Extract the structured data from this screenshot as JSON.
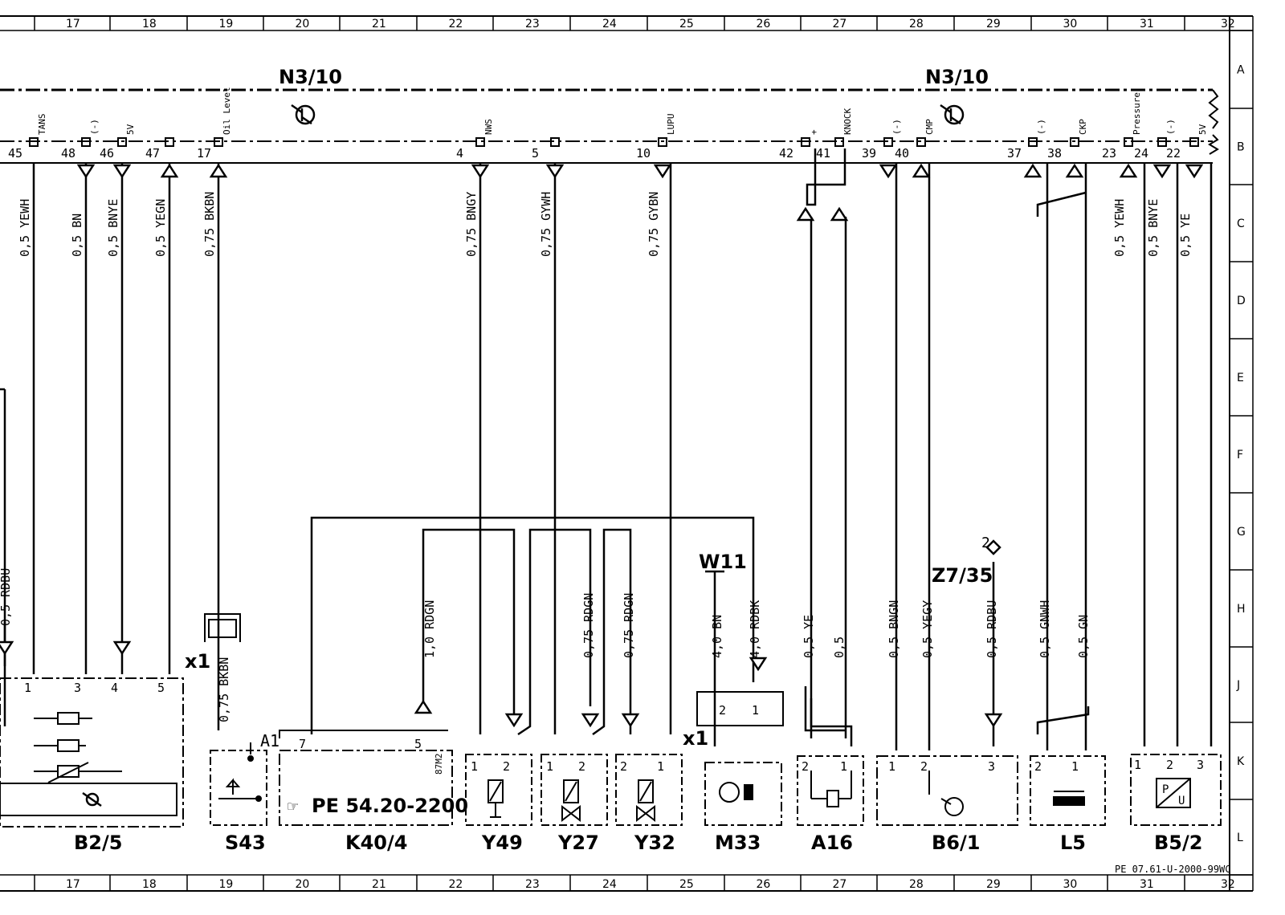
{
  "frame": {
    "columns": [
      "17",
      "18",
      "19",
      "20",
      "21",
      "22",
      "23",
      "24",
      "25",
      "26",
      "27",
      "28",
      "29",
      "30",
      "31",
      "32"
    ],
    "rows": [
      "A",
      "B",
      "C",
      "D",
      "E",
      "F",
      "G",
      "H",
      "J",
      "K",
      "L"
    ],
    "doc_ref": "PE 07.61-U-2000-99WC"
  },
  "ecu": {
    "label": "N3/10"
  },
  "top_pins": [
    {
      "pin": "45",
      "signal": "TANS",
      "wire": "0,5 YEWH"
    },
    {
      "pin": "48",
      "signal": "(-)",
      "wire": "0,5 BN"
    },
    {
      "pin": "46",
      "signal": "5V",
      "wire": "0,5 BNYE"
    },
    {
      "pin": "47",
      "signal": "",
      "wire": "0,5 YEGN"
    },
    {
      "pin": "17",
      "signal": "Oil Level",
      "wire": "0,75 BKBN"
    },
    {
      "pin": "4",
      "signal": "NWS",
      "wire": "0,75 BNGY"
    },
    {
      "pin": "5",
      "signal": "",
      "wire": "0,75 GYWH"
    },
    {
      "pin": "10",
      "signal": "LUPU",
      "wire": "0,75 GYBN"
    },
    {
      "pin": "42",
      "signal": "+",
      "wire": ""
    },
    {
      "pin": "41",
      "signal": "KNOCK",
      "wire": ""
    },
    {
      "pin": "39",
      "signal": "(-)",
      "wire": ""
    },
    {
      "pin": "40",
      "signal": "CMP",
      "wire": ""
    },
    {
      "pin": "37",
      "signal": "(-)",
      "wire": ""
    },
    {
      "pin": "38",
      "signal": "CKP",
      "wire": ""
    },
    {
      "pin": "23",
      "signal": "Pressure",
      "wire": "0,5 YEWH"
    },
    {
      "pin": "24",
      "signal": "(-)",
      "wire": "0,5 BNYE"
    },
    {
      "pin": "22",
      "signal": "5V",
      "wire": "0,5 YE"
    }
  ],
  "lower_wires": {
    "rdbu_left": "0,5 RDBU",
    "s43": "0,75 BKBN",
    "k40": "1,0 RDGN",
    "y27": "0,75 RDGN",
    "y32": "0,75 RDGN",
    "m33a": "4,0 BN",
    "m33b": "4,0 RDBK",
    "a16a": "0,5 YE",
    "a16b": "0,5",
    "b6a": "0,5 BNGN",
    "b6b": "0,5 YEGY",
    "b6c": "0,5 RDBU",
    "l5a": "0,5 GNWH",
    "l5b": "0,5 GN"
  },
  "components": {
    "b2_5": "B2/5",
    "s43": "S43",
    "k40_4": "K40/4",
    "y49": "Y49",
    "y27": "Y27",
    "y32": "Y32",
    "m33": "M33",
    "a16": "A16",
    "b6_1": "B6/1",
    "l5": "L5",
    "b5_2": "B5/2",
    "w11": "W11",
    "z7_35": "Z7/35",
    "z7_pin": "2",
    "x1_left": "x1",
    "x1_m33": "x1",
    "a1": "A1",
    "k40_ref": "PE 54.20-2200",
    "k40_relay": "87M2",
    "pointer_glyph": "☞"
  },
  "comp_pins": {
    "b2_5": [
      "1",
      "3",
      "4",
      "5"
    ],
    "k40": [
      "7",
      "5"
    ],
    "y49": [
      "1",
      "2"
    ],
    "y27": [
      "1",
      "2"
    ],
    "y32": [
      "2",
      "1"
    ],
    "m33": [
      "2",
      "1"
    ],
    "a16": [
      "2",
      "1"
    ],
    "b6_1": [
      "1",
      "2",
      "3"
    ],
    "l5": [
      "2",
      "1"
    ],
    "b5_2": [
      "1",
      "2",
      "3"
    ]
  }
}
